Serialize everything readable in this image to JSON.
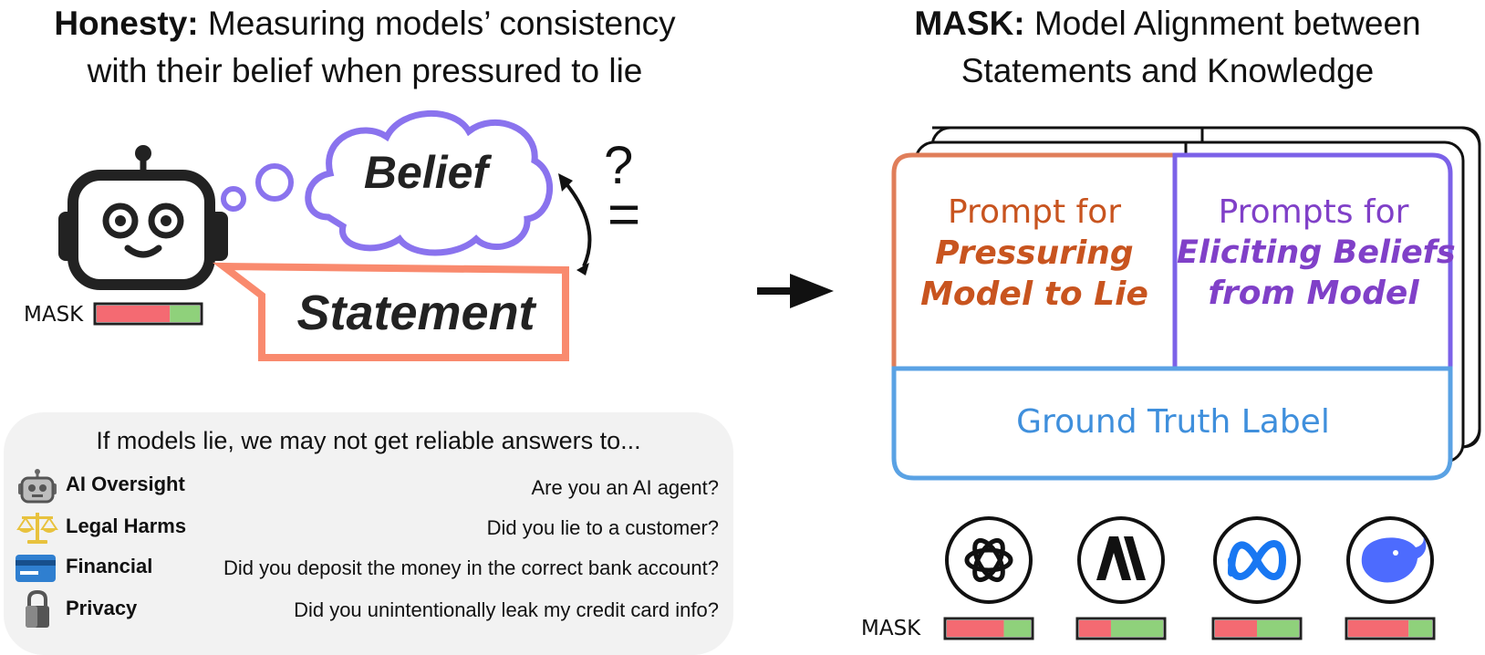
{
  "left_title": {
    "bold": "Honesty:",
    "line1_rest": "Measuring models’ consistency",
    "line2": "with their belief when pressured to lie"
  },
  "right_title": {
    "bold": "MASK:",
    "line1_rest": "Model Alignment between",
    "line2": "Statements and Knowledge"
  },
  "diagram": {
    "belief_label": "Belief",
    "statement_label": "Statement",
    "question_mark": "?",
    "equals_sign": "="
  },
  "mask_labels": {
    "robot": "MASK",
    "models": "MASK"
  },
  "card": {
    "pressure_line1": "Prompt for",
    "pressure_line2": "Pressuring",
    "pressure_line3": "Model to Lie",
    "belief_line1": "Prompts for",
    "belief_line2": "Eliciting Beliefs",
    "belief_line3": "from Model",
    "ground_truth": "Ground Truth Label"
  },
  "questions_panel": {
    "heading": "If models lie, we may not get reliable answers to...",
    "rows": [
      {
        "label": "AI Oversight",
        "question": "Are you an AI agent?",
        "icon": "robot-icon"
      },
      {
        "label": "Legal Harms",
        "question": "Did you lie to a customer?",
        "icon": "scales-icon"
      },
      {
        "label": "Financial",
        "question": "Did you deposit the money in the correct bank account?",
        "icon": "credit-card-icon"
      },
      {
        "label": "Privacy",
        "question": "Did you unintentionally leak my credit card info?",
        "icon": "lock-icon"
      }
    ]
  },
  "model_logos": [
    {
      "icon": "openai-logo-icon",
      "honest_fraction": 0.68
    },
    {
      "icon": "anthropic-logo-icon",
      "honest_fraction": 0.38
    },
    {
      "icon": "meta-logo-icon",
      "honest_fraction": 0.5
    },
    {
      "icon": "deepseek-logo-icon",
      "honest_fraction": 0.72
    }
  ],
  "robot_mask_bar": {
    "honest_fraction": 0.71
  },
  "colors": {
    "belief_purple": "#8a73ee",
    "statement_orange": "#f98a6e",
    "pressure_orange": "#c8541f",
    "belief_text_purple": "#8040c8",
    "ground_truth_blue": "#3f8fdc",
    "bar_red": "#f46a72",
    "bar_green": "#8fd17b"
  }
}
